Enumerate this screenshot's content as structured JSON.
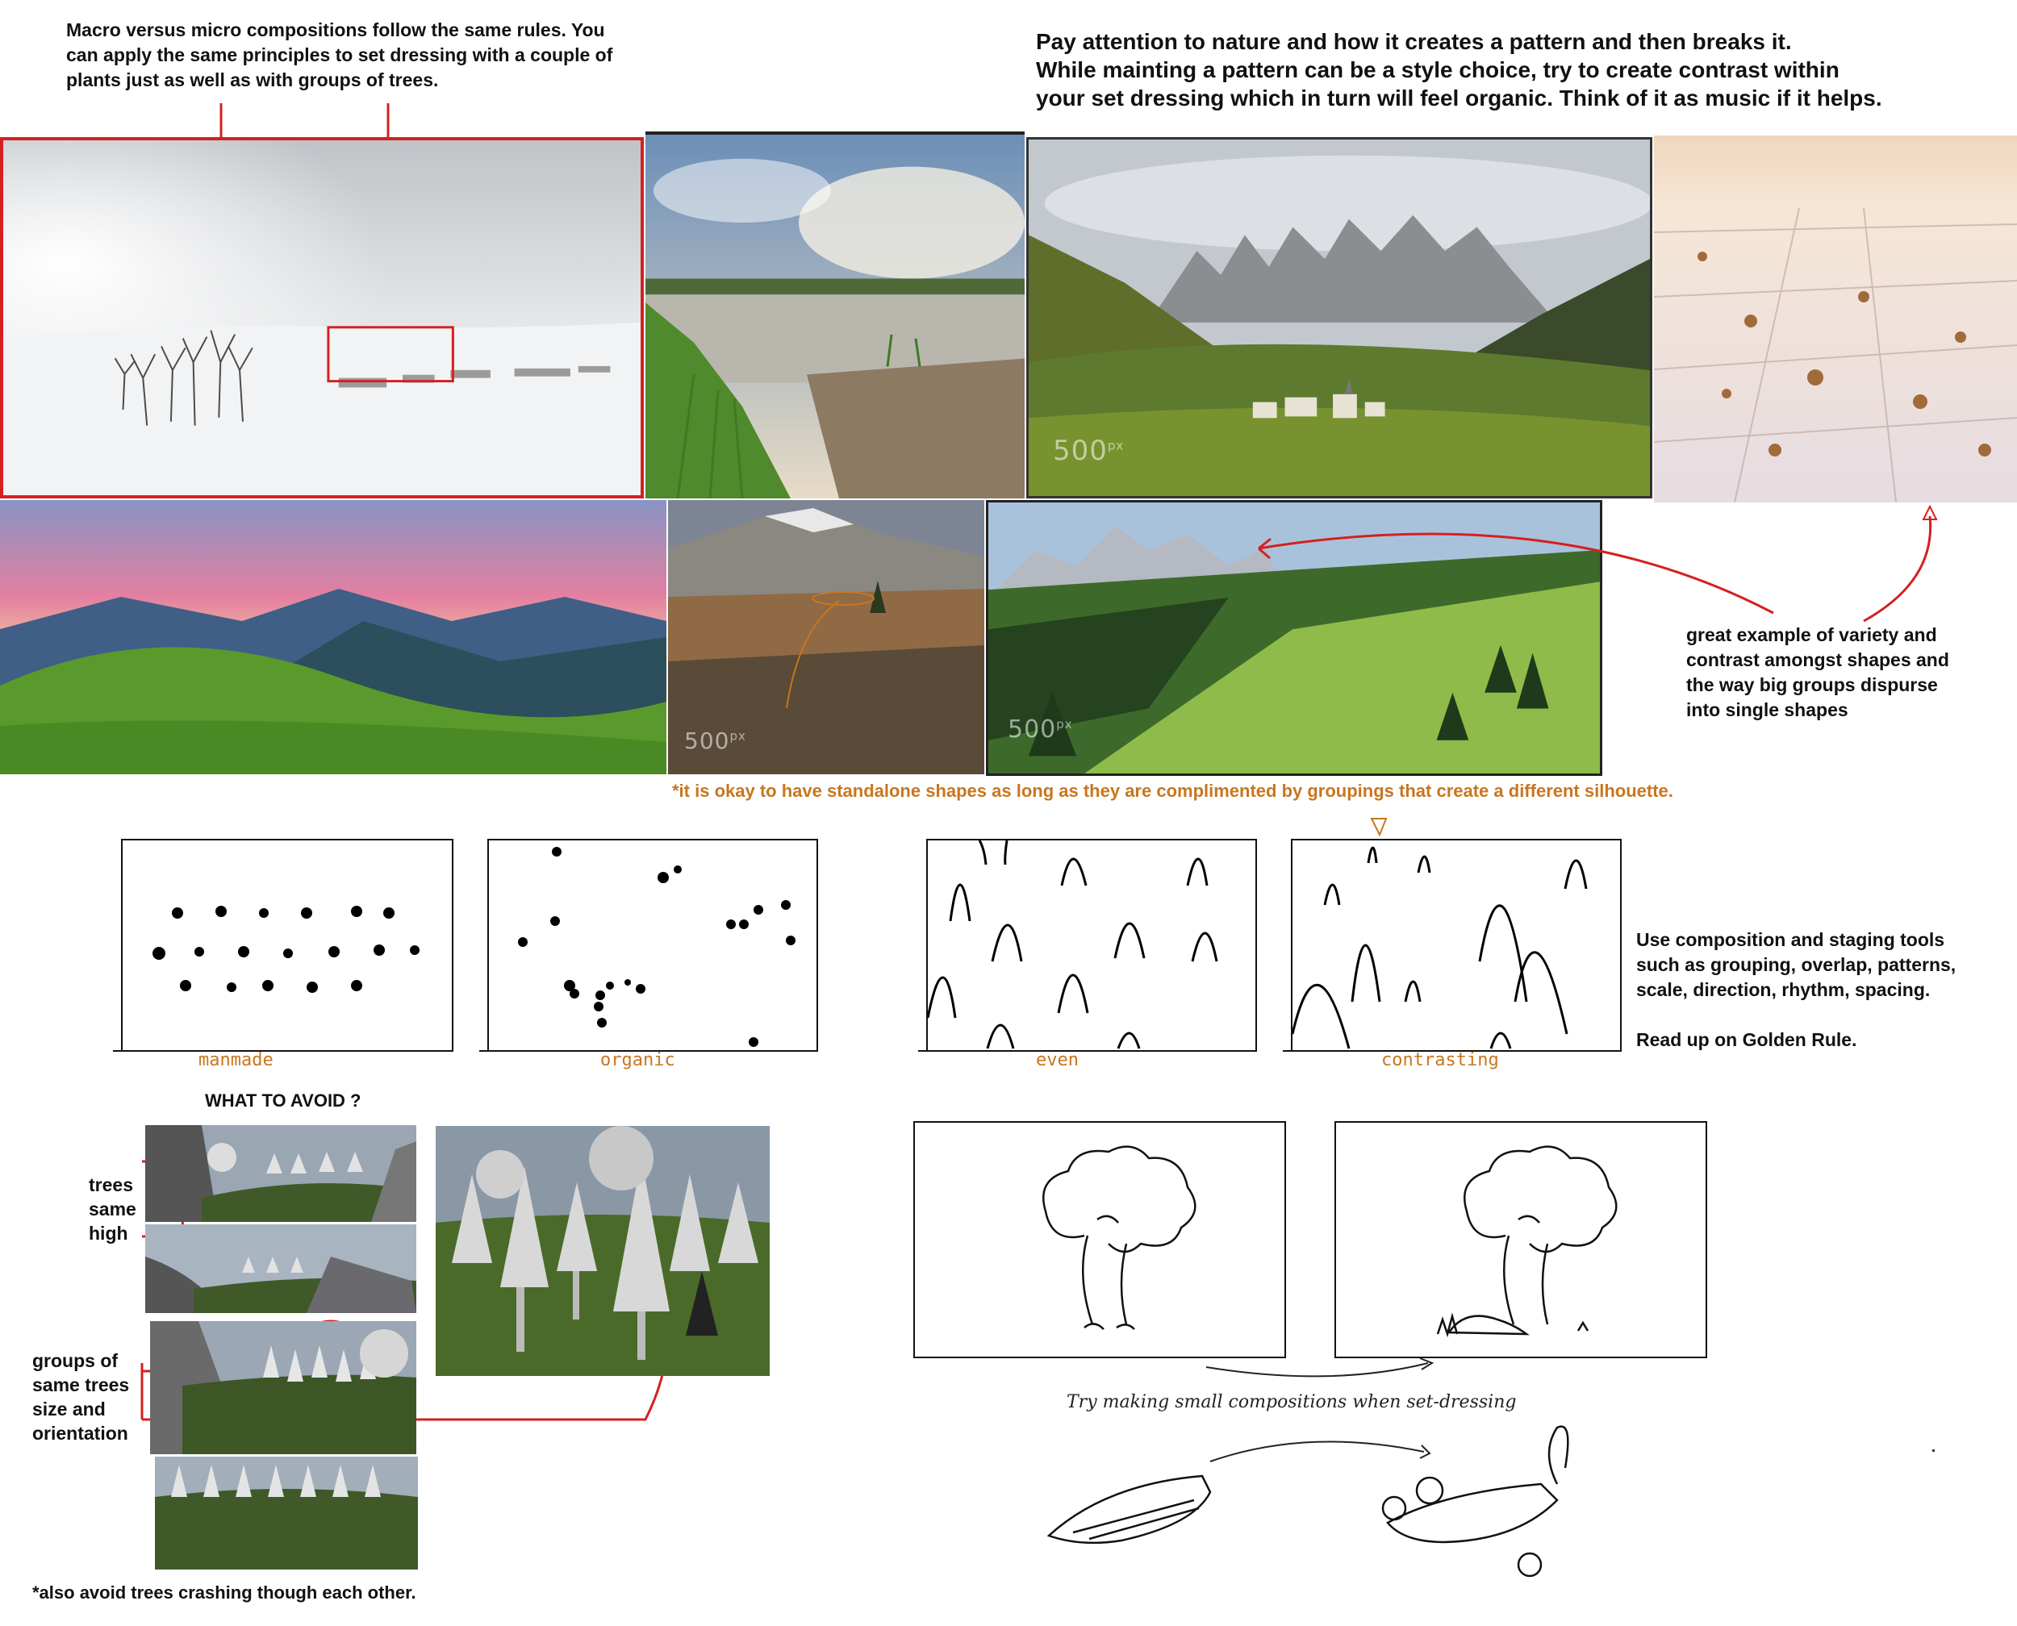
{
  "notes": {
    "macro_micro": "Macro versus micro compositions follow the same rules. You can apply the same principles to set dressing with a couple of plants just as well as with groups of trees.",
    "pattern_line1": "Pay attention to nature and how it creates a pattern and then breaks it.",
    "pattern_line2": "While mainting a pattern can be a style choice, try to create contrast within",
    "pattern_line3": "your set dressing which in turn will feel organic. Think of it as music if it helps.",
    "variety": "great example of variety and contrast amongst shapes and the way big groups dispurse into single shapes",
    "standalone": "*it is okay to have standalone shapes as long as they are complimented by groupings that create a different silhouette.",
    "tools_line1": "Use composition and staging tools",
    "tools_line2": "such as grouping, overlap, patterns,",
    "tools_line3": "scale, direction, rhythm, spacing.",
    "golden": "Read up on Golden Rule.",
    "what_to_avoid": "WHAT TO AVOID ?",
    "trees_same_high": "trees same high",
    "groups_same": "groups of same trees size and orientation",
    "avoid_crashing": "*also avoid trees crashing though each other.",
    "try_small": "Try making small compositions when set-dressing"
  },
  "watermarks": {
    "wm1": "500",
    "wm1_sup": "px",
    "wm2": "500",
    "wm2_sup": "px",
    "wm3": "500",
    "wm3_sup": "px"
  },
  "sketch_labels": {
    "manmade": "manmade",
    "organic": "organic",
    "even": "even",
    "contrasting": "contrasting"
  },
  "colors": {
    "annotation_red": "#d42020",
    "annotation_orange": "#c8761f"
  }
}
